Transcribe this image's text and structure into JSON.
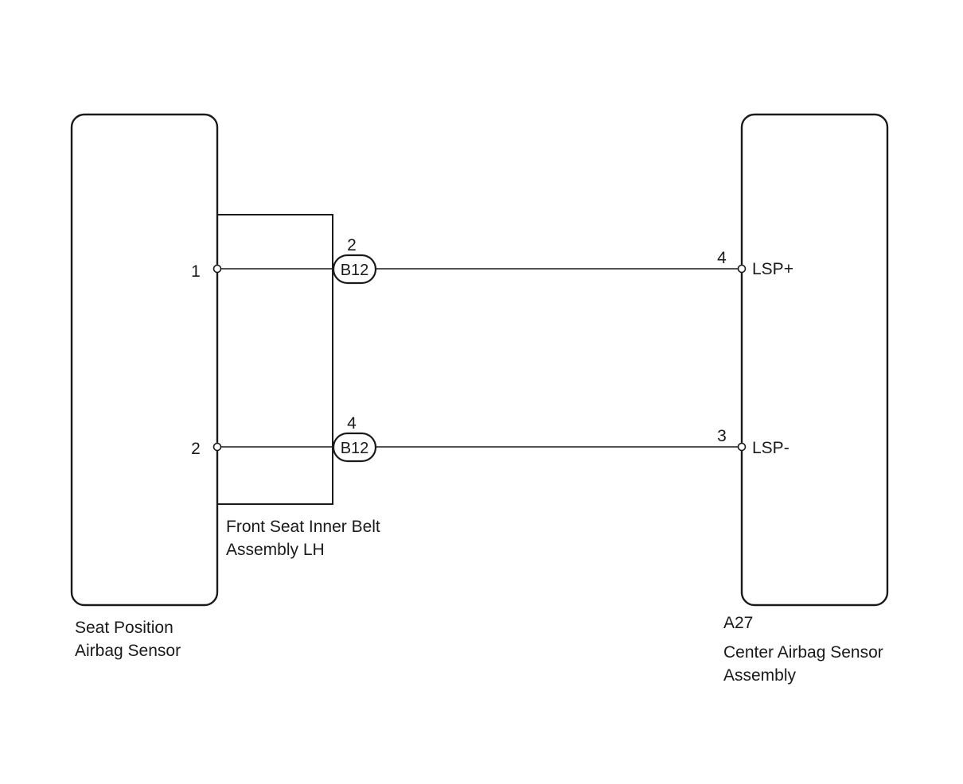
{
  "components": {
    "seat_position_sensor": {
      "name_line1": "Seat Position",
      "name_line2": "Airbag Sensor",
      "pins": [
        "1",
        "2"
      ]
    },
    "front_seat_belt": {
      "name_line1": "Front Seat Inner Belt",
      "name_line2": "Assembly LH"
    },
    "center_airbag_sensor": {
      "connector_code": "A27",
      "name_line1": "Center Airbag Sensor",
      "name_line2": "Assembly",
      "pins": [
        "4",
        "3"
      ],
      "terminals": [
        "LSP+",
        "LSP-"
      ]
    }
  },
  "connectors": [
    {
      "code": "B12",
      "pin": "2"
    },
    {
      "code": "B12",
      "pin": "4"
    }
  ]
}
